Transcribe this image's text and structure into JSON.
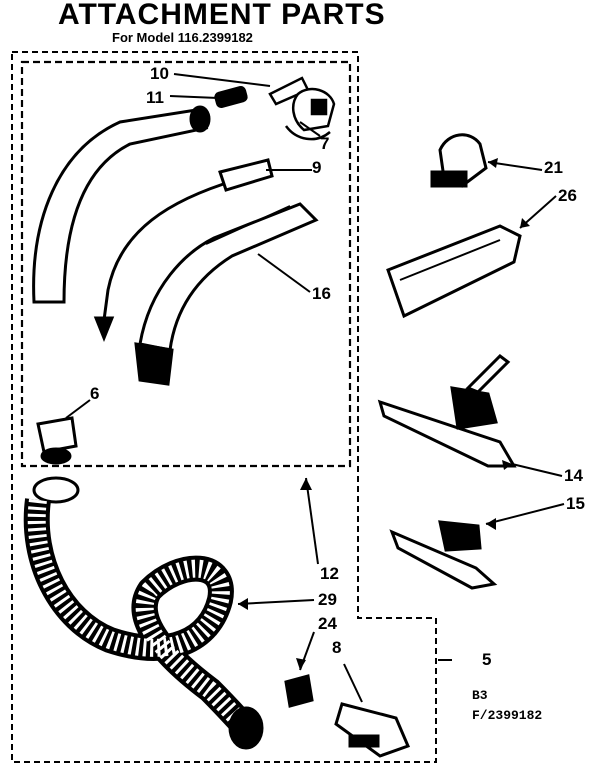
{
  "title": "ATTACHMENT PARTS",
  "subtitle": "For Model 116.2399182",
  "callouts": {
    "p10": "10",
    "p11": "11",
    "p7": "7",
    "p9": "9",
    "p16": "16",
    "p6": "6",
    "p21": "21",
    "p26": "26",
    "p14": "14",
    "p15": "15",
    "p12": "12",
    "p29": "29",
    "p24": "24",
    "p8": "8",
    "p5": "5"
  },
  "footer": {
    "line1": "B3",
    "line2": "F/2399182"
  }
}
